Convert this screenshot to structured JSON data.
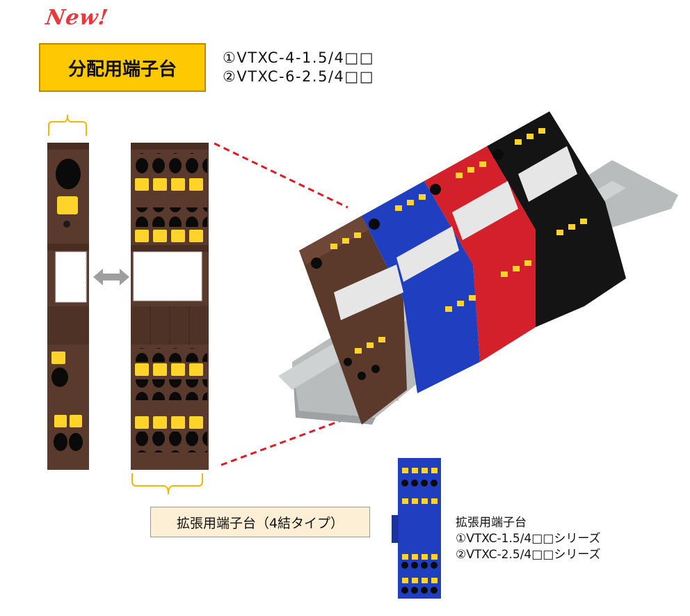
{
  "badge": {
    "new_label": "New!"
  },
  "title": {
    "label": "分配用端子台"
  },
  "models": [
    {
      "label": "①VTXC-4-1.5/4□□"
    },
    {
      "label": "②VTXC-6-2.5/4□□"
    }
  ],
  "expansion_label": "拡張用端子台（4結タイプ）",
  "expansion_info": {
    "heading": "拡張用端子台",
    "series": [
      {
        "label": "①VTXC-1.5/4□□シリーズ"
      },
      {
        "label": "②VTXC-2.5/4□□シリーズ"
      }
    ]
  },
  "colors": {
    "brown": "#5b3a2b",
    "blue": "#1f3fc0",
    "red": "#d3202a",
    "black": "#141414",
    "yellow": "#ffd42a",
    "rail_gray": "#b9bcbd",
    "dashed_red": "#e01b24",
    "title_bg": "#ffc900"
  },
  "icons": [
    "double-arrow-icon",
    "bracket-icon",
    "dashed-leader-line"
  ]
}
